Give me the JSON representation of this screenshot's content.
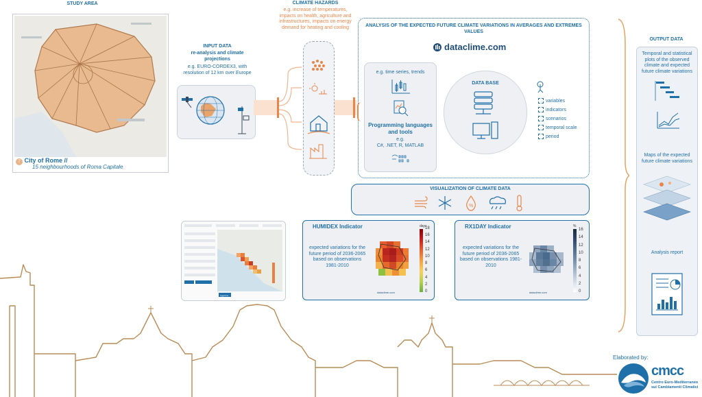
{
  "study_area": {
    "title": "STUDY AREA",
    "city_number": "7",
    "city": "City of Rome",
    "city_sep": "//",
    "subtitle": "15 neighbourhoods of Roma Capitale"
  },
  "input": {
    "title": "INPUT DATA",
    "subtitle": "re-analysis and climate projections",
    "desc": "e.g. EURO-CORDEX3, with resolution of 12 km over Europe"
  },
  "hazards": {
    "title": "CLIMATE HAZARDS",
    "desc": "e.g. increase of temperatures, impacts on health, agriculture and infrastructures, impacts on energy demand for heating and cooling"
  },
  "analysis": {
    "title": "ANALYSIS OF THE EXPECTED FUTURE CLIMATE VARIATIONS IN AVERAGES AND EXTREMES VALUES",
    "brand": "dataclime.com",
    "example": "e.g. time series, trends",
    "prog_title": "Programming languages and tools",
    "prog_eg": "e.g.",
    "prog_list": "C#, .NET, R, MATLAB",
    "db_title": "DATA BASE",
    "checklist": [
      "variables",
      "indicators",
      "scenarios",
      "temporal scale",
      "period"
    ]
  },
  "visualization": {
    "title": "VISUALIZATION OF CLIMATE DATA",
    "app_button": "Aggiorna"
  },
  "humidex": {
    "title": "HUMIDEX Indicator",
    "desc": "expected variations for the future period of 2036-2065 based on observations 1981-2010",
    "unit": "days",
    "ticks": [
      "18",
      "16",
      "14",
      "12",
      "10",
      "8",
      "6",
      "4",
      "2",
      "0"
    ],
    "brand": "dataclime.com"
  },
  "rx1day": {
    "title": "RX1DAY  Indicator",
    "desc": "expected variations for the future period of 2036-2065 based on observations 1981-2010",
    "unit": "%",
    "ticks": [
      "16",
      "14",
      "12",
      "10",
      "8",
      "6",
      "4",
      "2",
      "0"
    ],
    "brand": "dataclime.com"
  },
  "output": {
    "title": "OUTPUT DATA",
    "item1": "Temporal and statistical plots of the observed climate and expected future climate variations",
    "item2": "Maps of the expected future climate variations",
    "item3": "Analysis report"
  },
  "footer": {
    "elaborated": "Elaborated by:",
    "logo": "cmcc",
    "org_line1": "Centro Euro-Mediterraneo",
    "org_line2": "sui Cambiamenti Climatici"
  },
  "colors": {
    "blue": "#1f6fa8",
    "orange": "#e8864a",
    "skyline": "#b98b55"
  }
}
